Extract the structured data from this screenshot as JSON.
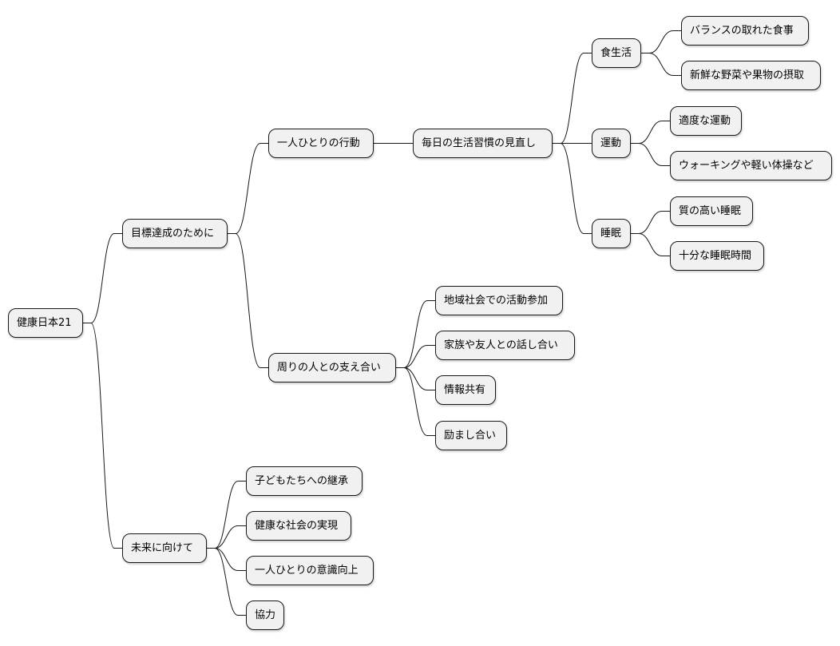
{
  "mindmap": {
    "root": "健康日本21",
    "branches": {
      "goal": {
        "label": "目標達成のために",
        "individual": {
          "label": "一人ひとりの行動",
          "habits": {
            "label": "毎日の生活習慣の見直し",
            "diet": {
              "label": "食生活",
              "items": [
                "バランスの取れた食事",
                "新鮮な野菜や果物の摂取"
              ]
            },
            "exercise": {
              "label": "運動",
              "items": [
                "適度な運動",
                "ウォーキングや軽い体操など"
              ]
            },
            "sleep": {
              "label": "睡眠",
              "items": [
                "質の高い睡眠",
                "十分な睡眠時間"
              ]
            }
          }
        },
        "support": {
          "label": "周りの人との支え合い",
          "items": [
            "地域社会での活動参加",
            "家族や友人との話し合い",
            "情報共有",
            "励まし合い"
          ]
        }
      },
      "future": {
        "label": "未来に向けて",
        "items": [
          "子どもたちへの継承",
          "健康な社会の実現",
          "一人ひとりの意識向上",
          "協力"
        ]
      }
    }
  },
  "colors": {
    "node_fill": "#f1f1f1",
    "node_border": "#181818",
    "edge": "#181818",
    "text": "#000000"
  }
}
